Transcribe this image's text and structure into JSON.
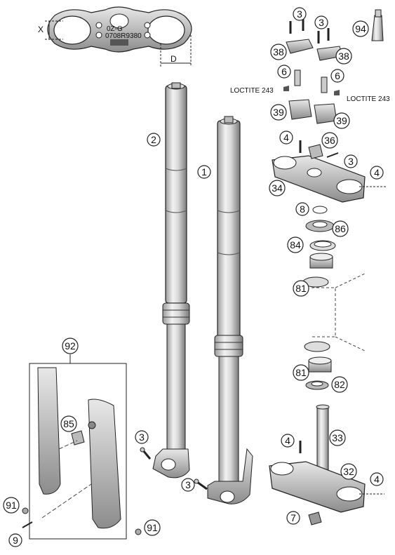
{
  "dimension_labels": {
    "x": "X",
    "d": "D"
  },
  "clamp_marking": {
    "line1": "0Z-G",
    "line2": "0708R9380"
  },
  "loctite": {
    "left": "LOCTITE 243",
    "right": "LOCTITE 243"
  },
  "callouts": {
    "c1": "1",
    "c2": "2",
    "c3a": "3",
    "c3b": "3",
    "c3c": "3",
    "c3d": "3",
    "c3e": "3",
    "c4a": "4",
    "c4b": "4",
    "c4c": "4",
    "c4d": "4",
    "c6a": "6",
    "c6b": "6",
    "c7": "7",
    "c8": "8",
    "c9": "9",
    "c32": "32",
    "c33": "33",
    "c34": "34",
    "c36": "36",
    "c38a": "38",
    "c38b": "38",
    "c39a": "39",
    "c39b": "39",
    "c81a": "81",
    "c81b": "81",
    "c82": "82",
    "c84": "84",
    "c85": "85",
    "c86": "86",
    "c91a": "91",
    "c91b": "91",
    "c92": "92",
    "c94": "94"
  }
}
